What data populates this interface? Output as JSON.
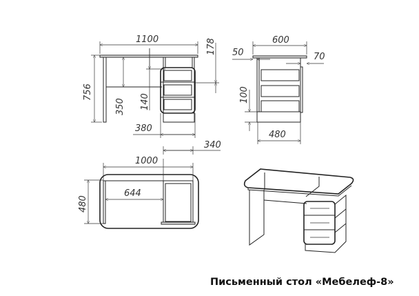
{
  "caption": "Письменный стол «Мебелеф-8»",
  "front_view": {
    "width": "1100",
    "height": "756",
    "shelf": "350",
    "drawer_gap": "140",
    "top_to_drawer": "178",
    "cabinet_width": "380",
    "cabinet_inner": "340"
  },
  "side_view": {
    "depth": "600",
    "front_overhang": "50",
    "back_offset": "70",
    "plinth": "100",
    "body_depth": "480"
  },
  "top_view": {
    "length": "1000",
    "knee_space": "644",
    "depth": "480"
  }
}
